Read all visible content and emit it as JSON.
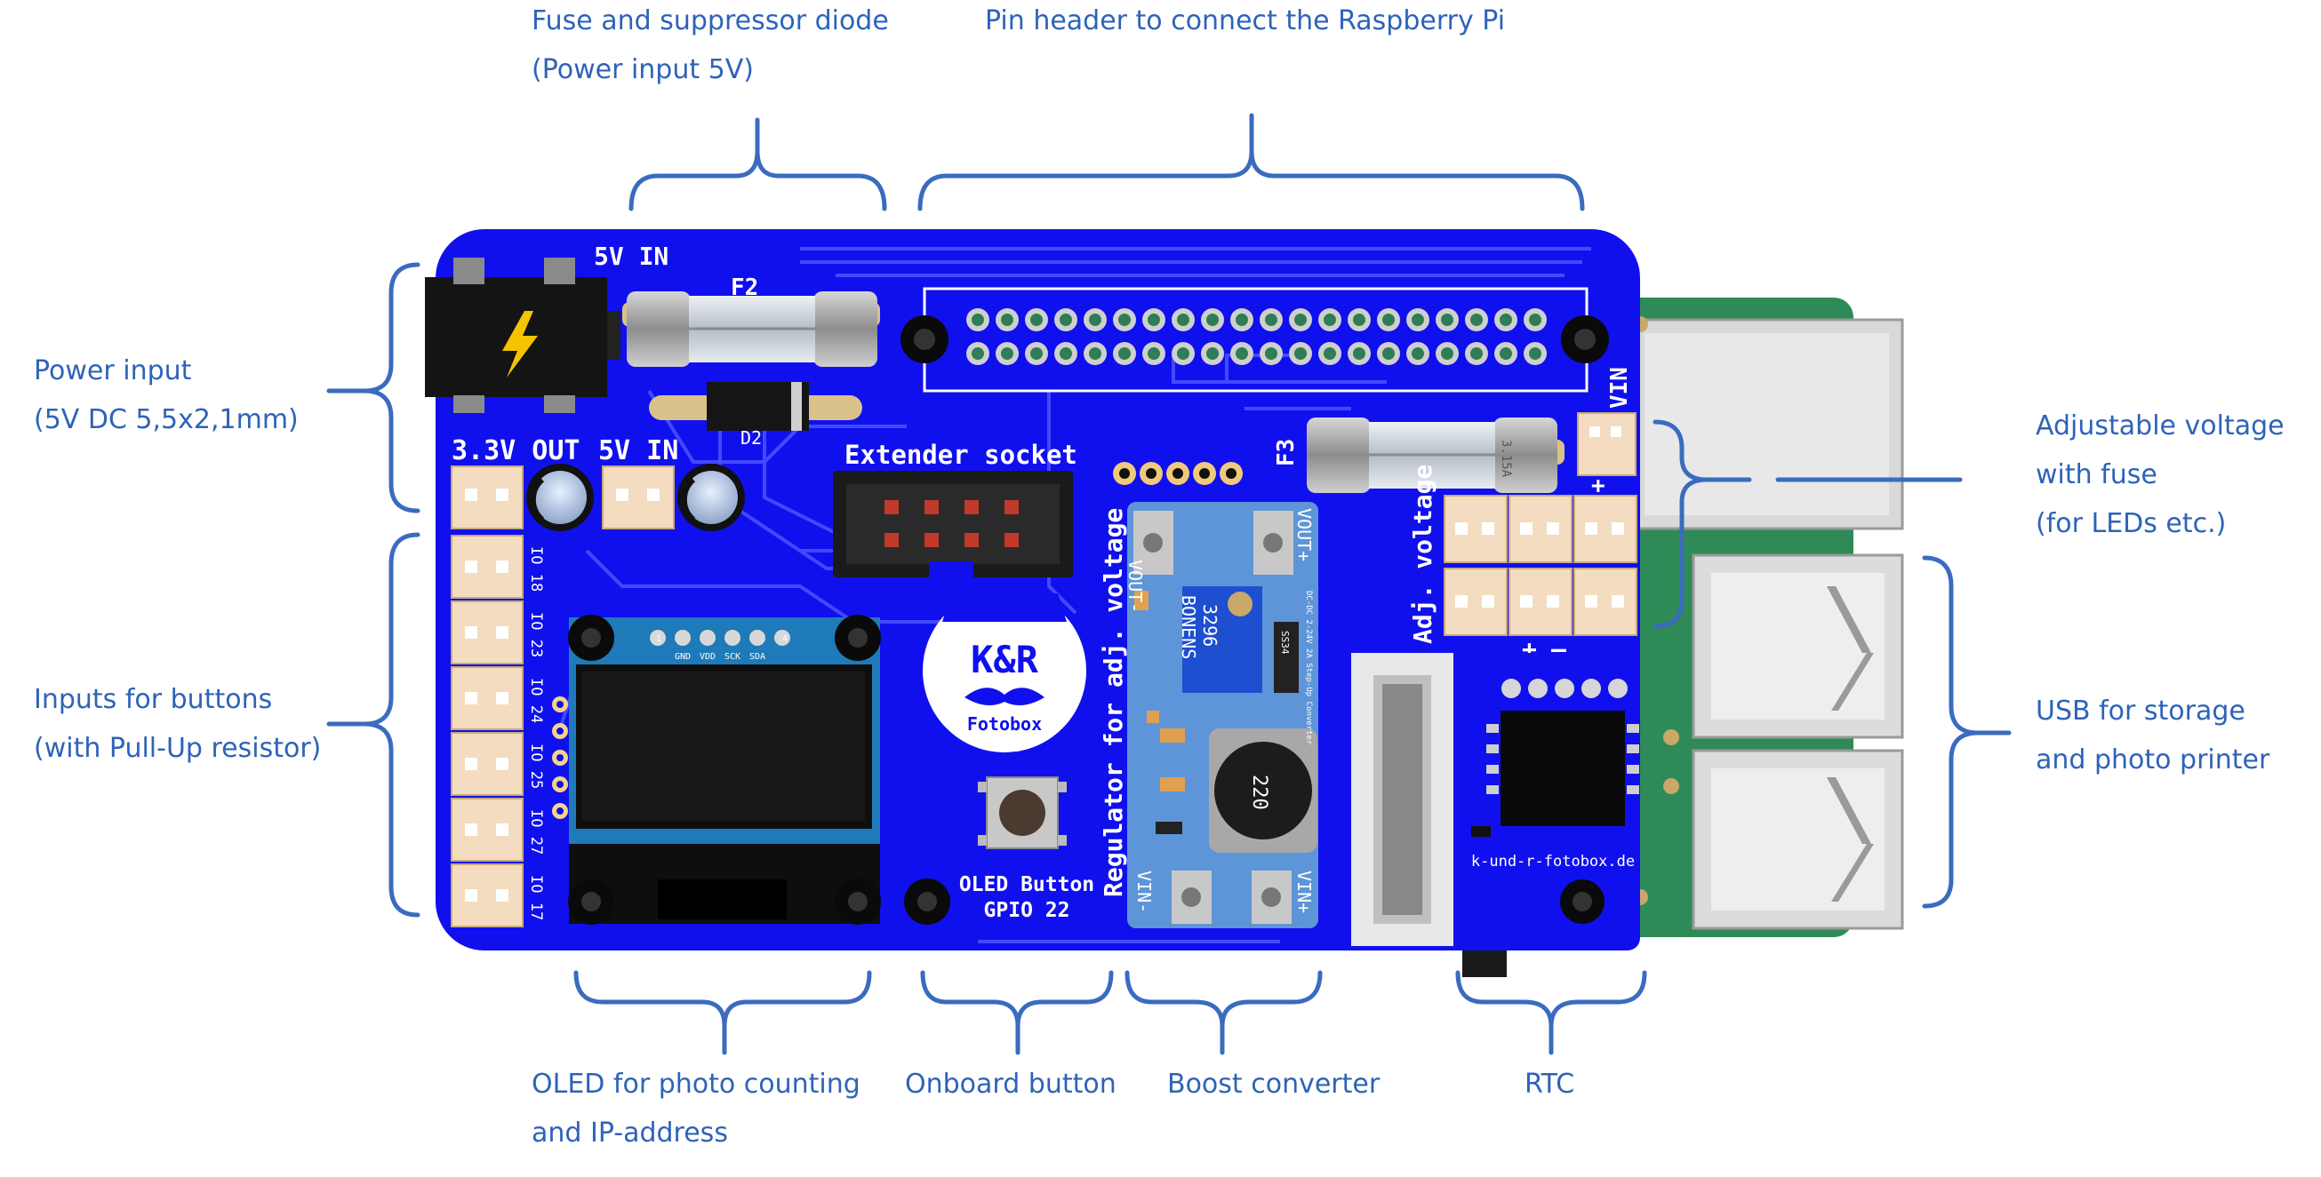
{
  "callouts": {
    "fuse": {
      "line1": "Fuse and suppressor diode",
      "line2": "(Power input 5V)"
    },
    "pin_header": {
      "line1": "Pin header to connect the Raspberry Pi"
    },
    "power_input": {
      "line1": "Power input",
      "line2": "(5V DC 5,5x2,1mm)"
    },
    "inputs_buttons": {
      "line1": "Inputs for buttons",
      "line2": "(with Pull-Up resistor)"
    },
    "adj_voltage": {
      "line1": "Adjustable voltage",
      "line2": "with fuse",
      "line3": "(for LEDs etc.)"
    },
    "usb": {
      "line1": "USB for storage",
      "line2": "and photo printer"
    },
    "oled": {
      "line1": "OLED for photo counting",
      "line2": "and IP-address"
    },
    "onboard_button": {
      "line1": "Onboard button"
    },
    "boost": {
      "line1": "Boost converter"
    },
    "rtc": {
      "line1": "RTC"
    }
  },
  "board": {
    "silk_5v_in_top": "5V IN",
    "silk_f2": "F2",
    "silk_d2": "D2",
    "silk_3v3_out": "3.3V OUT",
    "silk_5v_in_mid": "5V IN",
    "silk_extender": "Extender socket",
    "silk_f3": "F3",
    "silk_vin_side": "VIN",
    "silk_adj_voltage": "Adj. voltage",
    "silk_plus": "+",
    "silk_minus": "–",
    "silk_regulator": "Regulator for adj. voltage",
    "silk_oled_button_1": "OLED Button",
    "silk_oled_button_2": "GPIO 22",
    "silk_website": "k-und-r-fotobox.de",
    "io_labels": [
      "IO 18",
      "IO 23",
      "IO 24",
      "IO 25",
      "IO 27",
      "IO 17"
    ],
    "oled_pins": [
      "GND",
      "VDD",
      "SCK",
      "SDA"
    ],
    "oled_pin_1": "1",
    "oled_pin_4": "4",
    "logo_line1": "K&R",
    "logo_line2": "Fotobox",
    "boost_vout_minus": "VOUT-",
    "boost_vout_plus": "VOUT+",
    "boost_vin_minus": "VIN-",
    "boost_vin_plus": "VIN+",
    "pot_line1": "BONENS",
    "pot_line2": "3296",
    "inductor": "220",
    "diode_ss34": "SS34",
    "boost_desc": "DC-DC 2-24V 2A Step-Up Converter",
    "fuse_text": "3.15A"
  },
  "colors": {
    "callout_text": "#2e63b8",
    "bracket": "#3a6bbf",
    "pcb": "#1010ee",
    "silk": "#ffffff",
    "rpi": "#2e8b57",
    "boost_module": "#5e95d8"
  }
}
